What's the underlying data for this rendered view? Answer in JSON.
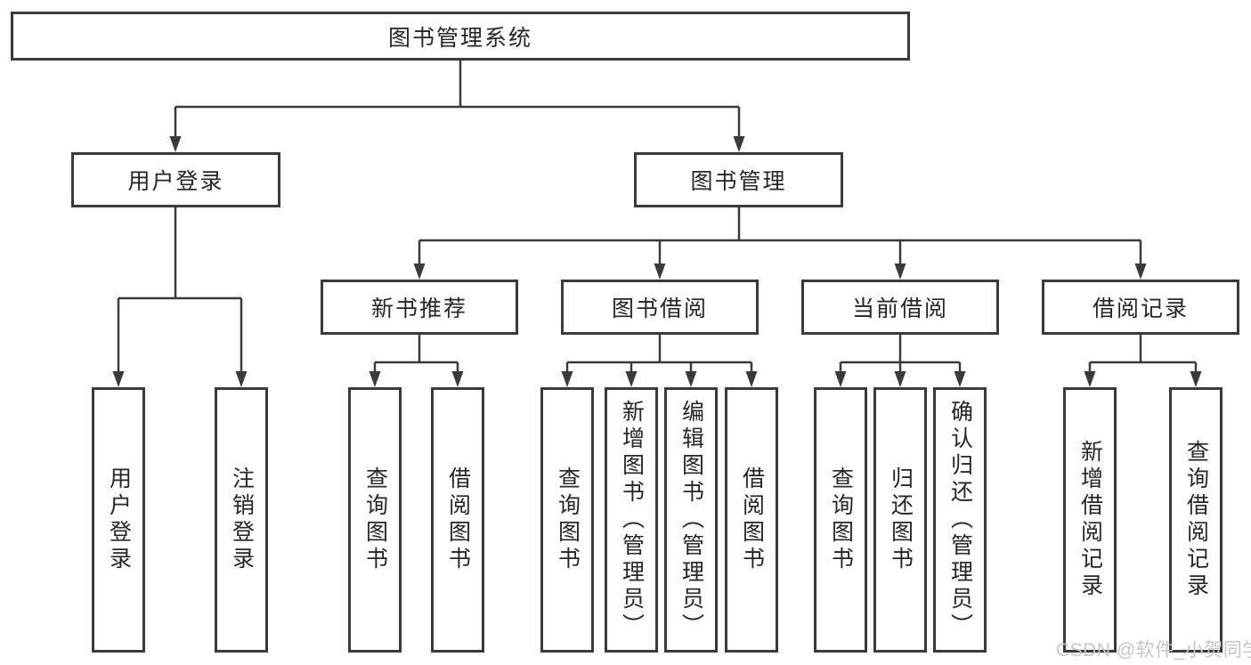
{
  "root": {
    "label": "图书管理系统"
  },
  "level2": {
    "user_login": {
      "label": "用户登录"
    },
    "book_management": {
      "label": "图书管理"
    }
  },
  "level3": {
    "new_book_recommendation": {
      "label": "新书推荐"
    },
    "book_borrowing": {
      "label": "图书借阅"
    },
    "current_borrowing": {
      "label": "当前借阅"
    },
    "borrowing_records": {
      "label": "借阅记录"
    }
  },
  "leaves": {
    "login": {
      "label": "用户登录"
    },
    "logout": {
      "label": "注销登录"
    },
    "rec_query": {
      "label": "查询图书"
    },
    "rec_borrow": {
      "label": "借阅图书"
    },
    "bor_query": {
      "label": "查询图书"
    },
    "bor_add": {
      "label": "新增图书（管理员）"
    },
    "bor_edit": {
      "label": "编辑图书（管理员）"
    },
    "bor_borrow": {
      "label": "借阅图书"
    },
    "cur_query": {
      "label": "查询图书"
    },
    "cur_return": {
      "label": "归还图书"
    },
    "cur_confirm": {
      "label": "确认归还（管理员）"
    },
    "records_add": {
      "label": "新增借阅记录"
    },
    "records_query": {
      "label": "查询借阅记录"
    }
  },
  "watermark": {
    "text": "CSDN @软件_小贺同学"
  },
  "colors": {
    "line": "#3a3a3a",
    "text": "#262626",
    "bg": "#ffffff",
    "watermark": "#c6c6c6"
  }
}
